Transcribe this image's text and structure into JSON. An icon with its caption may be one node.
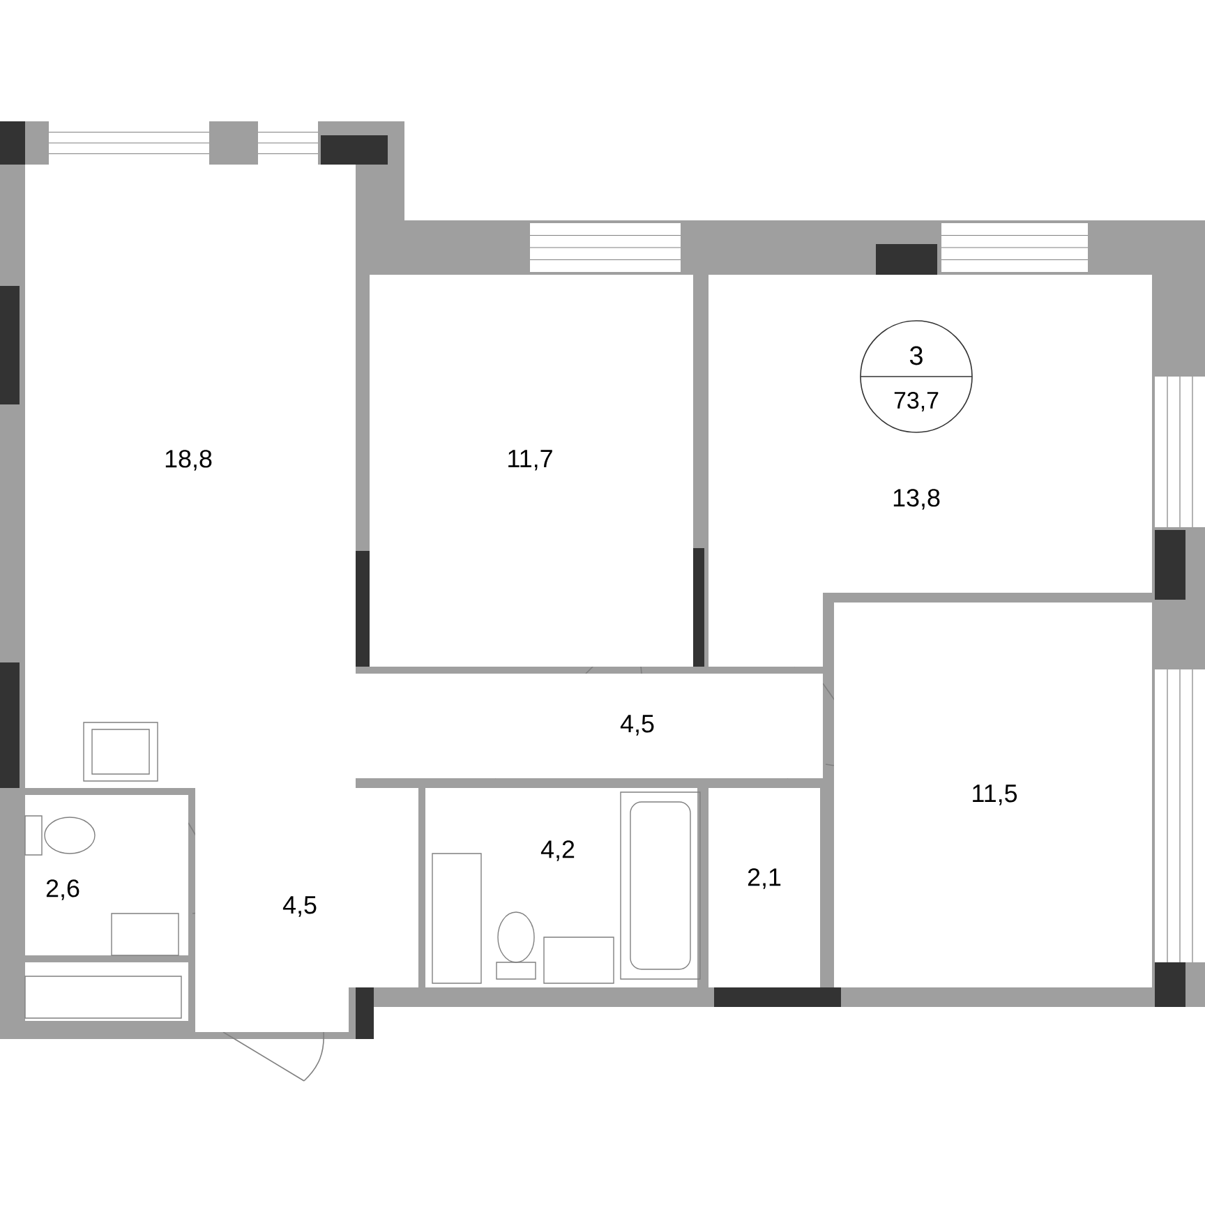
{
  "diagram": {
    "nodes": [
      {
        "text": [
          "18,8"
        ]
      },
      {
        "text": [
          "11,7"
        ]
      },
      {
        "text": [
          "13,8"
        ]
      },
      {
        "text": [
          "3",
          "73,7"
        ],
        "in": 2
      },
      {
        "text": [
          "4,5"
        ]
      },
      {
        "text": [
          "11,5"
        ]
      },
      {
        "text": [
          "2,6"
        ]
      },
      {
        "text": [
          "4,5"
        ]
      },
      {
        "text": [
          "4,2"
        ]
      },
      {
        "text": [
          "2,1"
        ]
      }
    ]
  }
}
